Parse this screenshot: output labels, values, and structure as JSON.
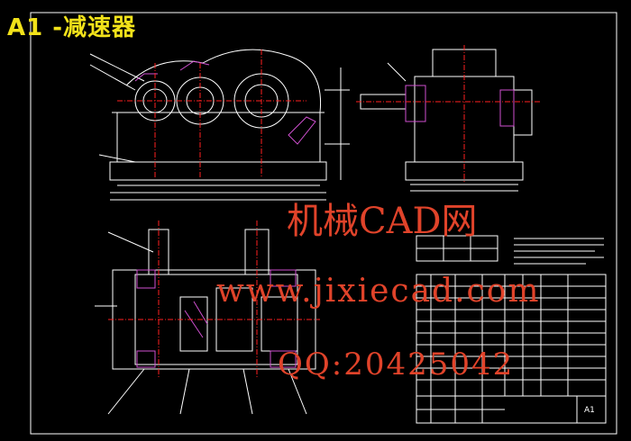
{
  "title": "A1 -减速器",
  "watermark": {
    "brand": "机械CAD网",
    "url": "www.jixiecad.com",
    "qq": "QQ:20425042"
  },
  "title_block": {
    "sheet": "A1"
  },
  "colors": {
    "background": "#000000",
    "outline": "#ffffff",
    "centerline": "#ff2020",
    "hatch": "#d050d0",
    "title": "#f2e21a",
    "watermark": "#e0432a"
  }
}
